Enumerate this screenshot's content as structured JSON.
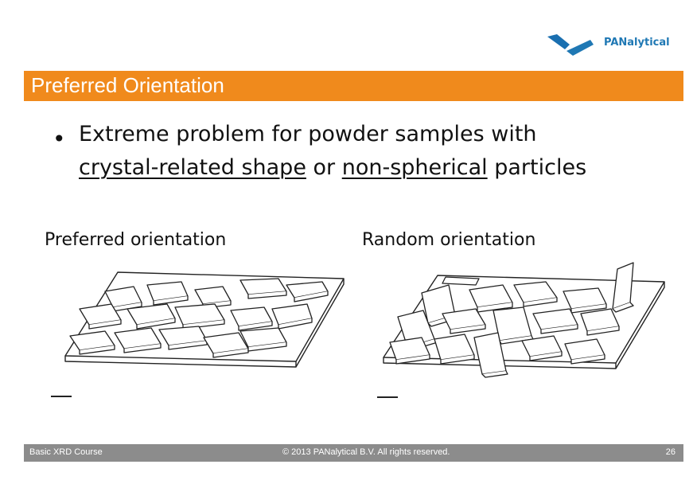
{
  "logo": {
    "text": "PANalytical",
    "icon": "panalytical-logo-icon",
    "color": "#1f78b4"
  },
  "title": "Preferred Orientation",
  "title_bar_color": "#f08a1c",
  "bullet": {
    "line1": "Extreme problem for powder samples with",
    "line2_part1": "crystal-related shape",
    "line2_part2": " or ",
    "line2_part3": "non-spherical",
    "line2_part4": " particles"
  },
  "figures": [
    {
      "caption": "Preferred orientation",
      "icon": "preferred-orientation-illustration"
    },
    {
      "caption": "Random orientation",
      "icon": "random-orientation-illustration"
    }
  ],
  "footer": {
    "left": "Basic XRD Course",
    "center": "© 2013 PANalytical B.V. All rights reserved.",
    "page": "26",
    "color": "#8c8c8c"
  }
}
